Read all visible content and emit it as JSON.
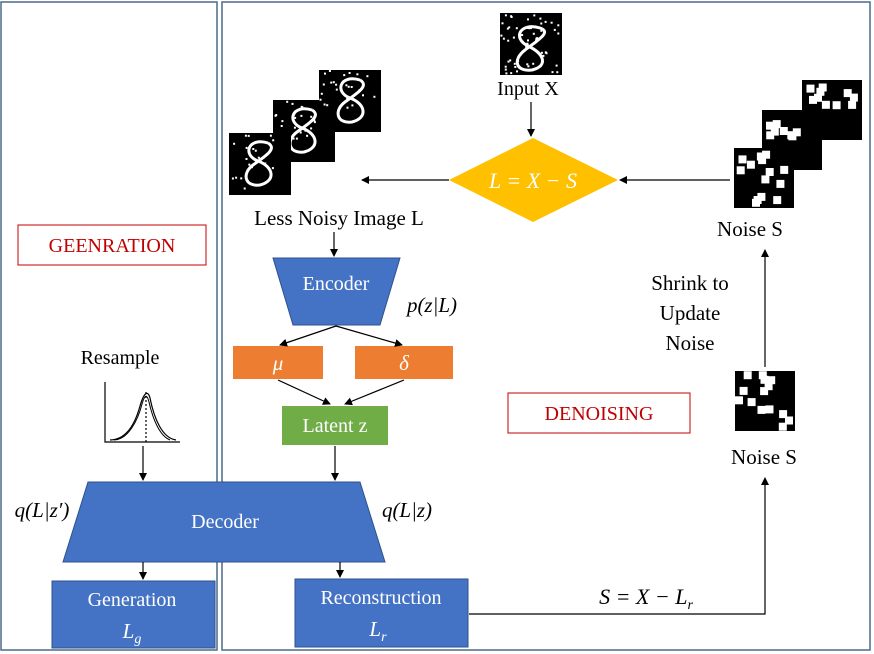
{
  "sections": {
    "generation_label": "GEENRATION",
    "denoising_label": "DENOISING"
  },
  "inputs": {
    "input_label": "Input X"
  },
  "equations": {
    "diamond": "L = X − S",
    "residual": "S = X  − L",
    "residual_sub": "r",
    "p_z_given_L": "p(z|L)",
    "q_L_given_z": "q(L|z)",
    "q_L_given_zprime": "q(L|z′)"
  },
  "labels": {
    "less_noisy_image": "Less Noisy Image L",
    "noise_top": "Noise S",
    "noise_bottom": "Noise S",
    "shrink_line1": "Shrink to",
    "shrink_line2": "Update",
    "shrink_line3": "Noise",
    "resample": "Resample"
  },
  "blocks": {
    "encoder": "Encoder",
    "mu": "μ",
    "delta": "δ",
    "latent": "Latent z",
    "decoder": "Decoder",
    "generation_title": "Generation",
    "generation_symbol": "L",
    "generation_sub": "g",
    "reconstruction_title": "Reconstruction",
    "reconstruction_symbol": "L",
    "reconstruction_sub": "r"
  },
  "colors": {
    "blue": "#4472C4",
    "blue_edge": "#2F528F",
    "orange": "#ED7D31",
    "green": "#70AD47",
    "gold": "#FFC000",
    "section_red": "#C00000",
    "panel_border": "#4B6A88"
  }
}
